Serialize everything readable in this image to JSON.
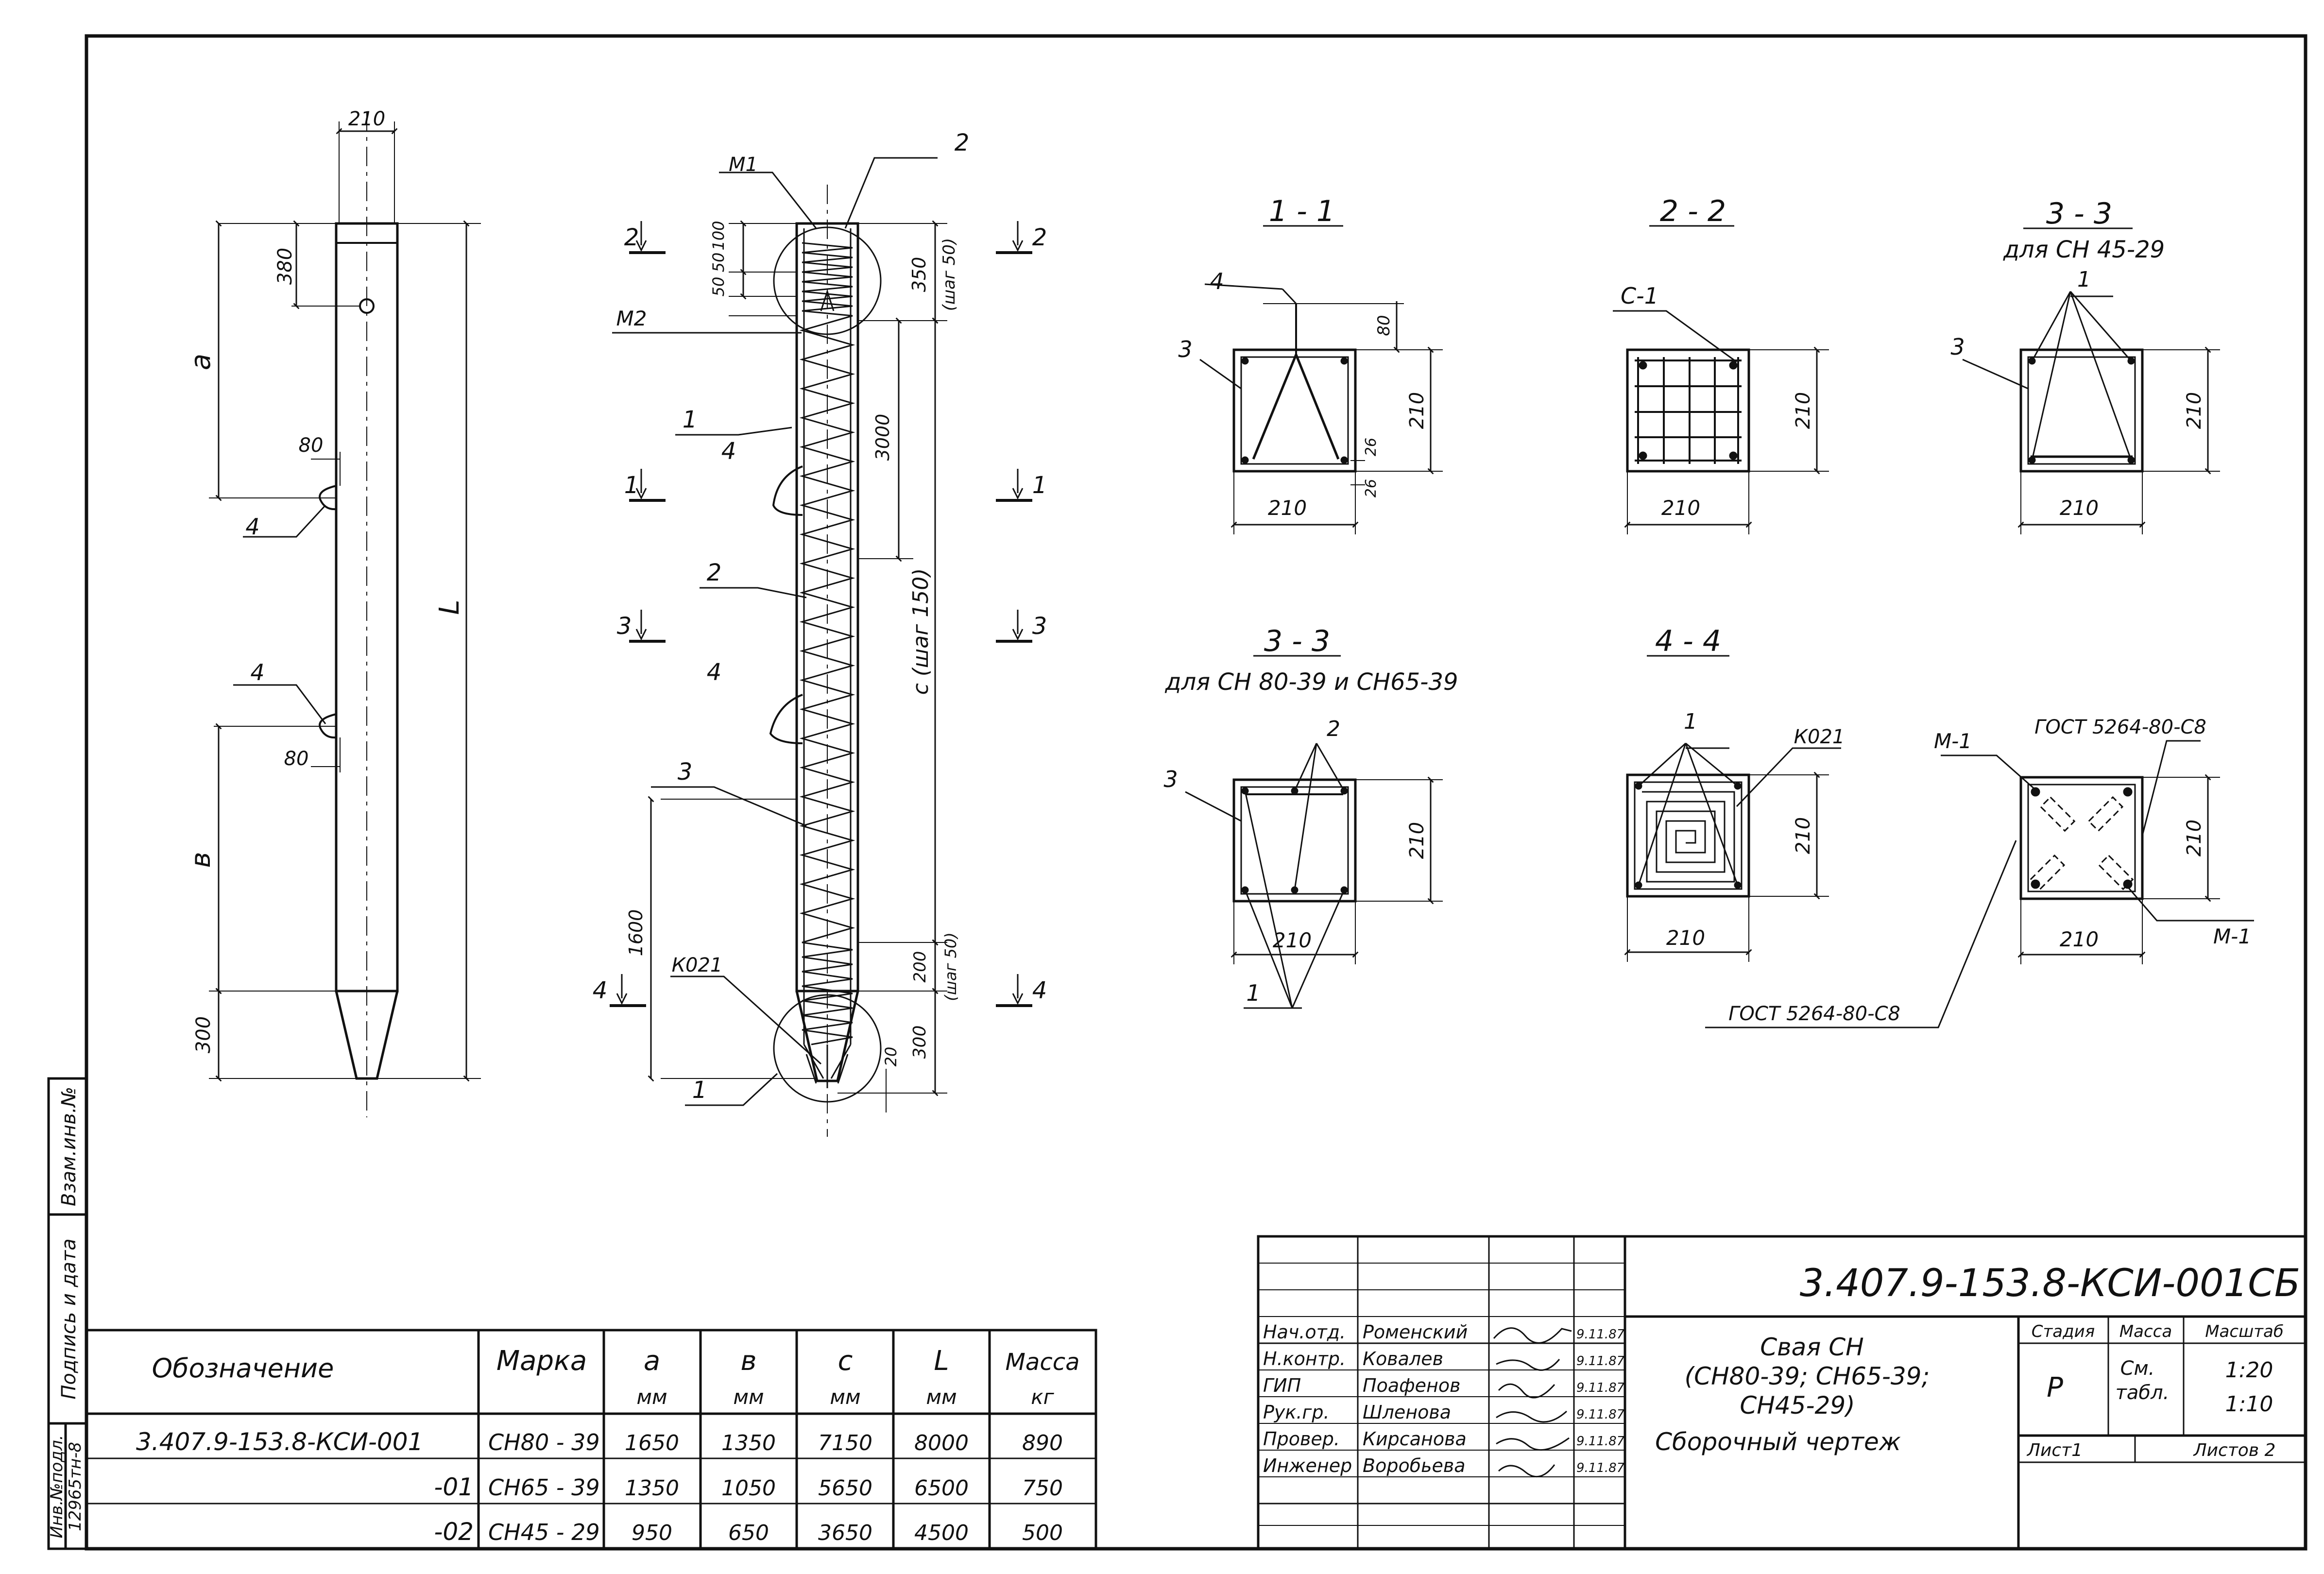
{
  "pile": {
    "dims": {
      "width": "210",
      "top": "380",
      "hole": "80",
      "hole2": "80",
      "tip": "300",
      "a": "a",
      "b": "в",
      "L": "L"
    },
    "callout4": "4",
    "callout4b": "4"
  },
  "section": {
    "m1": "М1",
    "m2": "М2",
    "k021": "К021",
    "dims": {
      "d100": "100",
      "d50a": "50",
      "d50b": "50",
      "d350": "350",
      "step50": "(шаг 50)",
      "d3000": "3000",
      "cstep": "с (шаг 150)",
      "d1600": "1600",
      "d200": "200",
      "step50b": "(шаг 50)",
      "d300": "300",
      "d20": "20"
    },
    "callouts": {
      "c2top": "2",
      "c1": "1",
      "c4a": "4",
      "c2": "2",
      "c4b": "4",
      "c3": "3",
      "c1bot": "1"
    },
    "cuts": {
      "l2": "2",
      "r2": "2",
      "l1": "1",
      "r1": "1",
      "l3": "3",
      "r3": "3",
      "l4": "4",
      "r4": "4"
    }
  },
  "sections": {
    "s11": {
      "title": "1 - 1",
      "c4": "4",
      "c3": "3",
      "d80": "80",
      "d210v": "210",
      "d26a": "26",
      "d26b": "26",
      "d210h": "210"
    },
    "s22": {
      "title": "2 - 2",
      "c1": "С-1",
      "d210v": "210",
      "d210h": "210"
    },
    "s33a": {
      "title": "3 - 3",
      "sub": "для СН 45-29",
      "c1": "1",
      "c3": "3",
      "d210v": "210",
      "d210h": "210"
    },
    "s33b": {
      "title": "3 - 3",
      "sub": "для СН 80-39 и СН65-39",
      "c2": "2",
      "c3": "3",
      "c1": "1",
      "d210v": "210",
      "d210h": "210"
    },
    "s44": {
      "title": "4 - 4",
      "c1": "1",
      "k021": "К021",
      "d210v": "210",
      "d210h": "210"
    },
    "sm": {
      "m1a": "М-1",
      "m1b": "М-1",
      "gost1": "ГОСТ 5264-80-С8",
      "gost2": "ГОСТ 5264-80-С8",
      "d210v": "210",
      "d210h": "210"
    }
  },
  "side_stamps": {
    "vzam": "Взам.инв.№",
    "podpis": "Подпись и дата",
    "invpodl": "Инв.№подл.",
    "invnum": "12965тн-8"
  },
  "spec_table": {
    "headers": [
      {
        "l1": "Обозначение",
        "l2": ""
      },
      {
        "l1": "Марка",
        "l2": ""
      },
      {
        "l1": "а",
        "l2": "мм"
      },
      {
        "l1": "в",
        "l2": "мм"
      },
      {
        "l1": "с",
        "l2": "мм"
      },
      {
        "l1": "L",
        "l2": "мм"
      },
      {
        "l1": "Масса",
        "l2": "кг"
      }
    ],
    "rows": [
      [
        "3.407.9-153.8-КСИ-001",
        "СН80 - 39",
        "1650",
        "1350",
        "7150",
        "8000",
        "890"
      ],
      [
        "-01",
        "СН65 - 39",
        "1350",
        "1050",
        "5650",
        "6500",
        "750"
      ],
      [
        "-02",
        "СН45 - 29",
        "950",
        "650",
        "3650",
        "4500",
        "500"
      ]
    ]
  },
  "title_block": {
    "code": "3.407.9-153.8-КСИ-001СБ",
    "people": [
      {
        "role": "Нач.отд.",
        "name": "Роменский",
        "date": "9.11.87"
      },
      {
        "role": "Н.контр.",
        "name": "Ковалев",
        "date": "9.11.87"
      },
      {
        "role": "ГИП",
        "name": "Поафенов",
        "date": "9.11.87"
      },
      {
        "role": "Рук.гр.",
        "name": "Шленова",
        "date": "9.11.87"
      },
      {
        "role": "Провер.",
        "name": "Кирсанова",
        "date": "9.11.87"
      },
      {
        "role": "Инженер",
        "name": "Воробьева",
        "date": "9.11.87"
      }
    ],
    "name_l1": "Свая СН",
    "name_l2": "(СН80-39; СН65-39;",
    "name_l3": "СН45-29)",
    "name_l4": "Сборочный чертеж",
    "stage_h": "Стадия",
    "mass_h": "Масса",
    "scale_h": "Масштаб",
    "stage": "Р",
    "mass_l1": "См.",
    "mass_l2": "табл.",
    "scale_l1": "1:20",
    "scale_l2": "1:10",
    "sheet": "Лист1",
    "sheets": "Листов 2"
  }
}
